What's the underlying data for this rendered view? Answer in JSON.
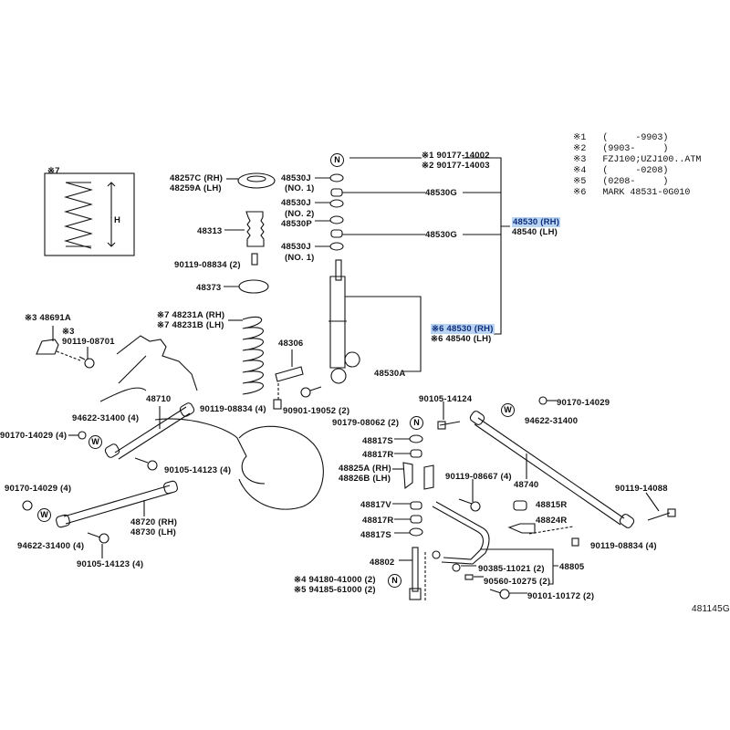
{
  "labels": [
    "※7",
    "H",
    "48257C (RH)",
    "48259A (LH)",
    "48530J",
    "(NO. 1)",
    "48530J",
    "(NO. 2)",
    "48530P",
    "48530J",
    "(NO. 1)",
    "48313",
    "90119-08834 (2)",
    "48373",
    "※7 48231A (RH)",
    "※7 48231B (LH)",
    "48306",
    "※3 48691A",
    "※3",
    "90119-08701",
    "48710",
    "90119-08834 (4)",
    "90901-19052 (2)",
    "94622-31400 (4)",
    "90170-14029 (4)",
    "90105-14123 (4)",
    "90170-14029 (4)",
    "48720 (RH)",
    "48730 (LH)",
    "94622-31400 (4)",
    "90105-14123 (4)",
    "※1 90177-14002",
    "※2 90177-14003",
    "48530G",
    "48530G",
    "48540 (LH)",
    "※6 48540 (LH)",
    "48530A",
    "90105-14124",
    "90170-14029",
    "94622-31400",
    "90179-08062 (2)",
    "48817S",
    "48817R",
    "48825A (RH)",
    "48826B (LH)",
    "90119-08667 (4)",
    "48740",
    "90119-14088",
    "48817V",
    "48815R",
    "48817R",
    "48824R",
    "48817S",
    "90119-08834 (4)",
    "48802",
    "48805",
    "90385-11021 (2)",
    "90560-10275 (2)",
    "※4 94180-41000 (2)",
    "※5 94185-61000 (2)",
    "90101-10172 (2)",
    "481145G"
  ],
  "highlighted": [
    "48530 (RH)",
    "※6 48530 (RH)"
  ],
  "notes": [
    "※1   (     -9903)",
    "※2   (9903-     )",
    "※3   FZJ100;UZJ100..ATM",
    "※4   (     -0208)",
    "※5   (0208-     )",
    "※6   MARK 48531-0G010"
  ],
  "symbols": {
    "nut": "N",
    "washer": "W"
  },
  "colors": {
    "highlight": "#b9d3f2",
    "highlight_text": "#0c2c7a"
  }
}
